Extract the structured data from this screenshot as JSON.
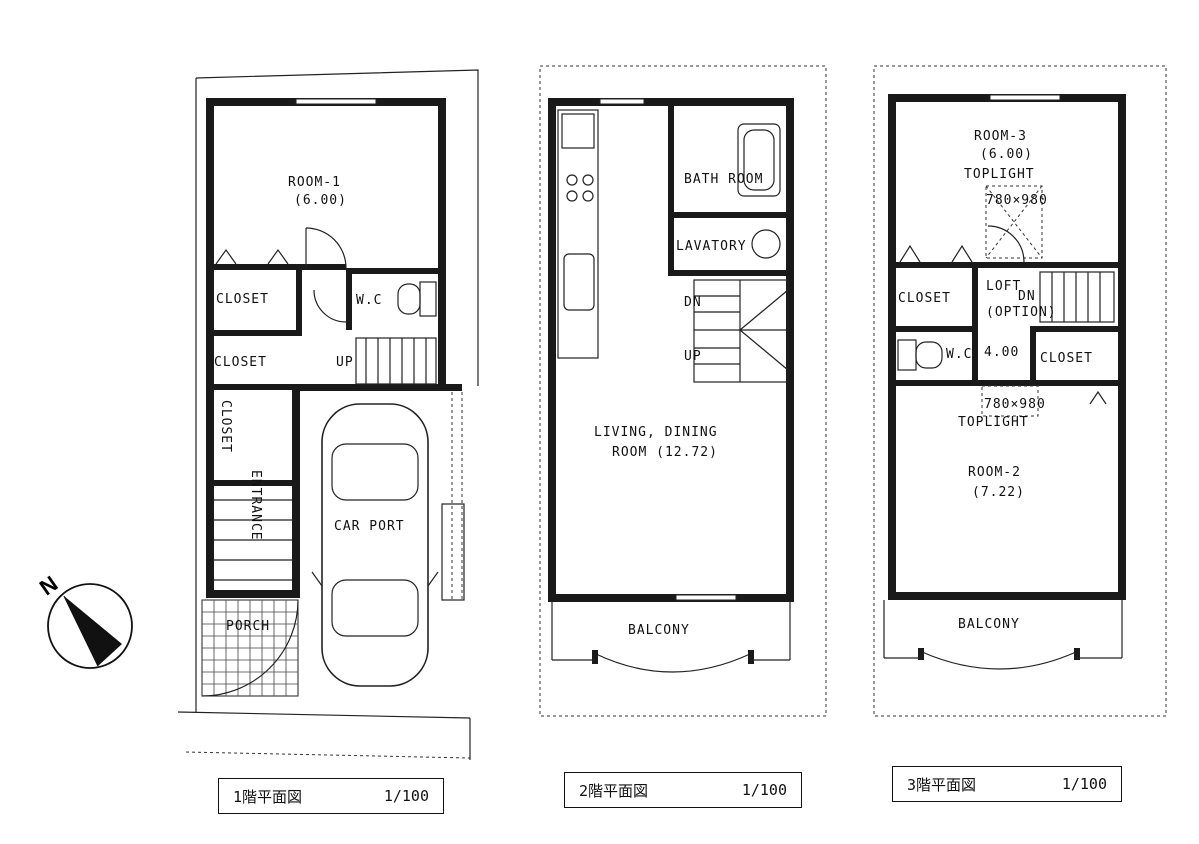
{
  "floors": [
    {
      "caption": "1階平面図",
      "scale": "1/100",
      "rooms": {
        "room1_name": "ROOM-1",
        "room1_size": "(6.00)",
        "closet_a": "CLOSET",
        "closet_b": "CLOSET",
        "closet_c": "CLOSET",
        "wc": "W.C",
        "entrance": "ENTRANCE",
        "carport": "CAR PORT",
        "porch": "PORCH",
        "up_mark": "UP"
      }
    },
    {
      "caption": "2階平面図",
      "scale": "1/100",
      "rooms": {
        "bath": "BATH ROOM",
        "lavatory": "LAVATORY",
        "living1": "LIVING, DINING",
        "living2": "ROOM (12.72)",
        "balcony": "BALCONY",
        "dn_mark": "DN",
        "up_mark": "UP"
      }
    },
    {
      "caption": "3階平面図",
      "scale": "1/100",
      "rooms": {
        "room3_name": "ROOM-3",
        "room3_size": "(6.00)",
        "toplight_a": "TOPLIGHT",
        "toplight_a_size": "780×980",
        "closet_a": "CLOSET",
        "loft1": "LOFT",
        "loft2": "(OPTION)",
        "wc": "W.C",
        "loft_size": "4.00",
        "closet_b": "CLOSET",
        "toplight_b": "TOPLIGHT",
        "toplight_b_size": "780×980",
        "room2_name": "ROOM-2",
        "room2_size": "(7.22)",
        "balcony": "BALCONY",
        "dn_mark": "DN"
      }
    }
  ],
  "compass": {
    "label": "N"
  }
}
